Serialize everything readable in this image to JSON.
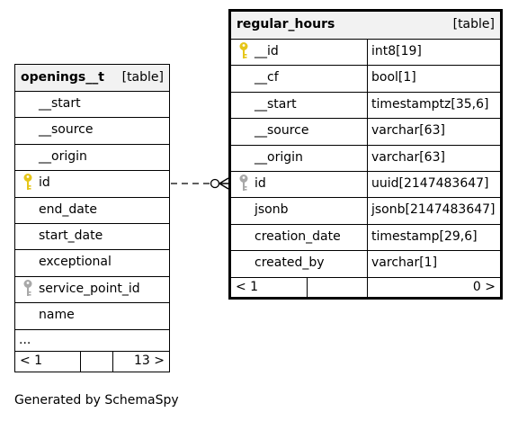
{
  "colors": {
    "pk_key": "#e6c619",
    "fk_key": "#a8a8a8",
    "line": "#000000",
    "header_bg": "#f2f2f2"
  },
  "tables": {
    "openings_t": {
      "name": "openings__t",
      "kind": "[table]",
      "columns": [
        "__start",
        "__source",
        "__origin",
        "id",
        "end_date",
        "start_date",
        "exceptional",
        "service_point_id",
        "name"
      ],
      "more": "...",
      "nav_left": "< 1",
      "nav_right": "13 >"
    },
    "regular_hours": {
      "name": "regular_hours",
      "kind": "[table]",
      "columns": [
        {
          "name": "__id",
          "type": "int8[19]"
        },
        {
          "name": "__cf",
          "type": "bool[1]"
        },
        {
          "name": "__start",
          "type": "timestamptz[35,6]"
        },
        {
          "name": "__source",
          "type": "varchar[63]"
        },
        {
          "name": "__origin",
          "type": "varchar[63]"
        },
        {
          "name": "id",
          "type": "uuid[2147483647]"
        },
        {
          "name": "jsonb",
          "type": "jsonb[2147483647]"
        },
        {
          "name": "creation_date",
          "type": "timestamp[29,6]"
        },
        {
          "name": "created_by",
          "type": "varchar[1]"
        }
      ],
      "nav_left": "< 1",
      "nav_right": "0 >"
    }
  },
  "footer": "Generated by SchemaSpy"
}
